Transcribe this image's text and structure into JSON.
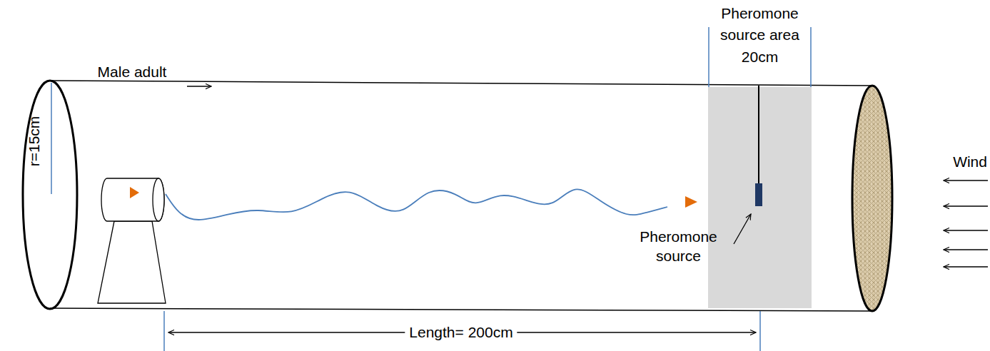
{
  "diagram": {
    "nodes": [
      {
        "text": [
          "Pheromone source area 20cm",
          "Pheromone source"
        ]
      }
    ],
    "labels": [
      "r=15cm",
      "Male adult",
      "Wind",
      "Length= 200cm"
    ]
  }
}
